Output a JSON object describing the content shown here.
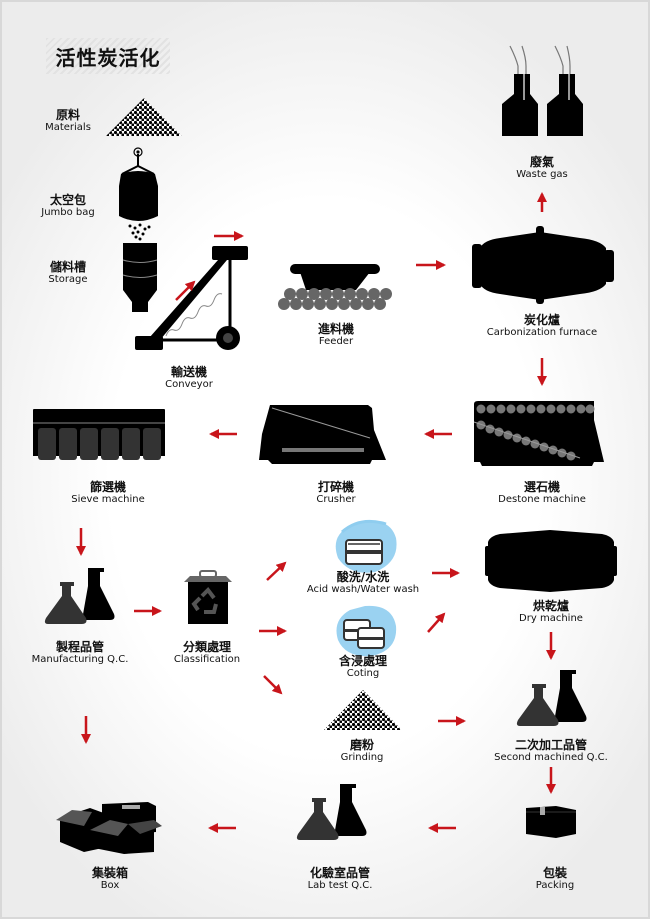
{
  "title": "活性炭活化",
  "colors": {
    "arrow": "#c8151b",
    "icon": "#000000",
    "icon_gray": "#3a3a3a",
    "water": "#7ec3ea"
  },
  "steps": [
    {
      "id": "materials",
      "zh": "原料",
      "en": "Materials",
      "icon": "powder-pile-icon"
    },
    {
      "id": "jumbo-bag",
      "zh": "太空包",
      "en": "Jumbo bag",
      "icon": "jumbo-bag-icon"
    },
    {
      "id": "storage",
      "zh": "儲料槽",
      "en": "Storage",
      "icon": "storage-tank-icon"
    },
    {
      "id": "conveyor",
      "zh": "輸送機",
      "en": "Conveyor",
      "icon": "conveyor-icon"
    },
    {
      "id": "feeder",
      "zh": "進料機",
      "en": "Feeder",
      "icon": "feeder-icon"
    },
    {
      "id": "carbonization",
      "zh": "炭化爐",
      "en": "Carbonization furnace",
      "icon": "furnace-icon"
    },
    {
      "id": "waste-gas",
      "zh": "廢氣",
      "en": "Waste gas",
      "icon": "chimney-icon"
    },
    {
      "id": "destone",
      "zh": "選石機",
      "en": "Destone machine",
      "icon": "destone-machine-icon"
    },
    {
      "id": "crusher",
      "zh": "打碎機",
      "en": "Crusher",
      "icon": "crusher-icon"
    },
    {
      "id": "sieve",
      "zh": "篩選機",
      "en": "Sieve machine",
      "icon": "sieve-machine-icon"
    },
    {
      "id": "mfg-qc",
      "zh": "製程品管",
      "en": "Manufacturing Q.C.",
      "icon": "flask-icon"
    },
    {
      "id": "classification",
      "zh": "分類處理",
      "en": "Classification",
      "icon": "recycle-bin-icon"
    },
    {
      "id": "acid-wash",
      "zh": "酸洗/水洗",
      "en": "Acid wash/Water wash",
      "icon": "wash-tank-icon"
    },
    {
      "id": "coting",
      "zh": "含浸處理",
      "en": "Coting",
      "icon": "impregnation-tank-icon"
    },
    {
      "id": "grinding",
      "zh": "磨粉",
      "en": "Grinding",
      "icon": "powder-pile-icon"
    },
    {
      "id": "dry",
      "zh": "烘乾爐",
      "en": "Dry machine",
      "icon": "dryer-icon"
    },
    {
      "id": "second-qc",
      "zh": "二次加工品管",
      "en": "Second machined Q.C.",
      "icon": "flask-icon"
    },
    {
      "id": "packing",
      "zh": "包裝",
      "en": "Packing",
      "icon": "package-icon"
    },
    {
      "id": "lab-qc",
      "zh": "化驗室品管",
      "en": "Lab test Q.C.",
      "icon": "flask-icon"
    },
    {
      "id": "box",
      "zh": "集裝箱",
      "en": "Box",
      "icon": "boxes-icon"
    }
  ]
}
